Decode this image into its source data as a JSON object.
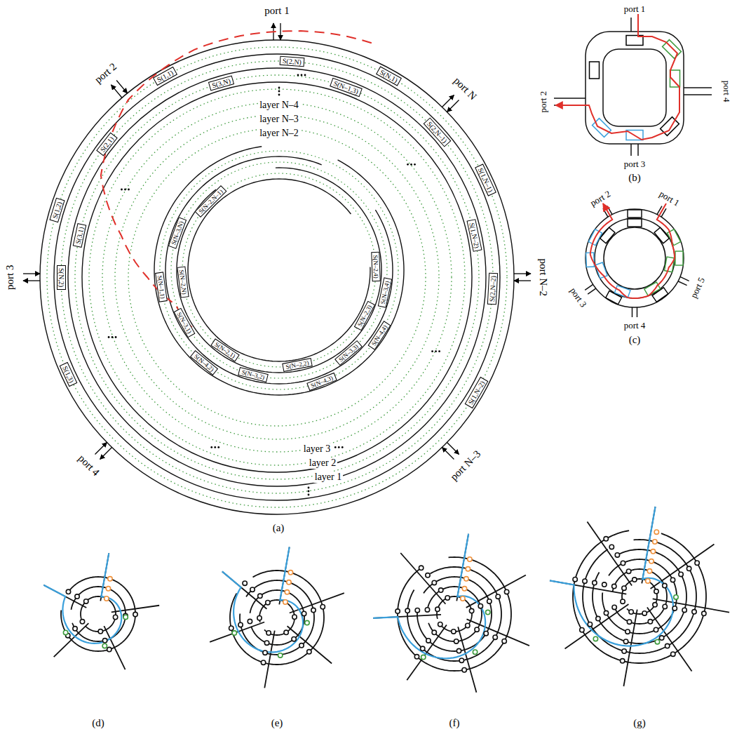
{
  "diagram": {
    "nodes": [
      {
        "text": [
          "S(1,1)"
        ]
      },
      {
        "text": [
          "S(2,N)"
        ]
      },
      {
        "text": [
          "S(N,1)"
        ]
      },
      {
        "text": [
          "S(3,N)"
        ]
      },
      {
        "text": [
          "S(N–1,3)"
        ]
      },
      {
        "text": [
          "S(2,1)"
        ]
      },
      {
        "text": [
          "S(2,N–1)"
        ]
      },
      {
        "text": [
          "S(1,2)"
        ]
      },
      {
        "text": [
          "S(3,1)"
        ]
      },
      {
        "text": [
          "S(1,N–1)"
        ]
      },
      {
        "text": [
          "S(1,N–2)"
        ]
      },
      {
        "text": [
          "S(N,2)"
        ]
      },
      {
        "text": [
          "S(2,N–2)"
        ]
      },
      {
        "text": [
          "S(1,3)"
        ]
      },
      {
        "text": [
          "S(1,N–2)"
        ]
      },
      {
        "text": [
          "S(N–2,N–1)"
        ]
      },
      {
        "text": [
          "S(N–3,N)"
        ]
      },
      {
        "text": [
          "S(N–2,N)"
        ]
      },
      {
        "text": [
          "S(N–1,1)"
        ]
      },
      {
        "text": [
          "S(N–3,1)"
        ]
      },
      {
        "text": [
          "S(N–2,1)"
        ]
      },
      {
        "text": [
          "S(N–4,2)"
        ]
      },
      {
        "text": [
          "S(N–3,2)"
        ]
      },
      {
        "text": [
          "S(N–2,2)"
        ]
      },
      {
        "text": [
          "S(N–4,3)"
        ]
      },
      {
        "text": [
          "S(N–3,3)"
        ]
      },
      {
        "text": [
          "S(N–4,4)"
        ]
      },
      {
        "text": [
          "S(N–2,3)"
        ]
      },
      {
        "text": [
          "S(N–3,4)"
        ]
      },
      {
        "text": [
          "S(N–2,4)"
        ]
      }
    ],
    "labels": [
      "port 1",
      "port 2",
      "port 3",
      "port 4",
      "port N",
      "port N–2",
      "port N–3",
      "layer N–4",
      "layer N–3",
      "layer N–2",
      "layer 3",
      "layer 2",
      "layer 1",
      "(a)",
      "port 1",
      "port 2",
      "port 4",
      "port 3",
      "(b)",
      "port 1",
      "port 2",
      "port 5",
      "port 3",
      "port 4",
      "(c)",
      "(d)",
      "(e)",
      "(f)",
      "(g)"
    ]
  }
}
